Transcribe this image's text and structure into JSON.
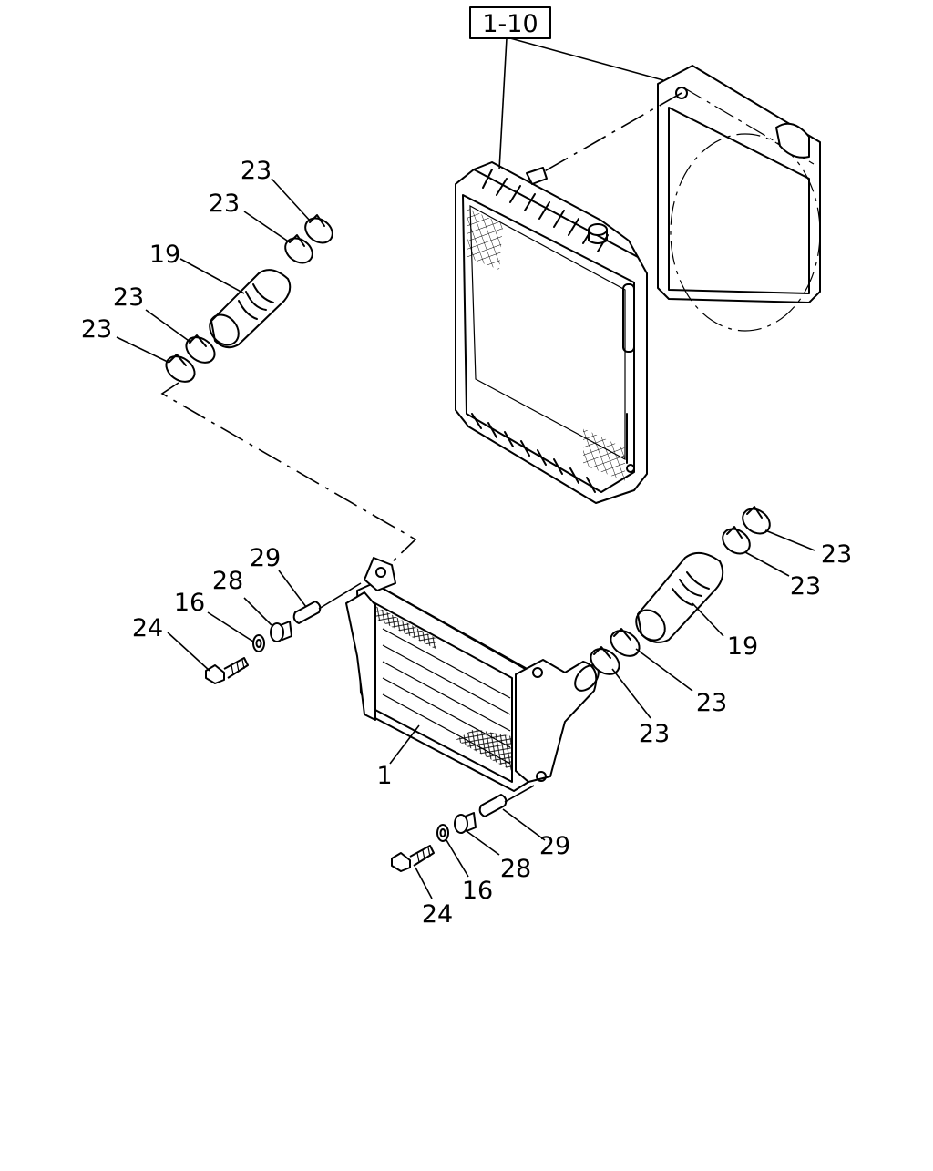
{
  "diagram": {
    "assembly_ref": "1-10",
    "callouts": {
      "c23_a": "23",
      "c23_b": "23",
      "c19_top": "19",
      "c23_c": "23",
      "c23_d": "23",
      "c23_e": "23",
      "c23_f": "23",
      "c19_right": "19",
      "c23_g": "23",
      "c23_h": "23",
      "c29_top": "29",
      "c28_top": "28",
      "c16_top": "16",
      "c24_top": "24",
      "c1": "1",
      "c29_bot": "29",
      "c28_bot": "28",
      "c16_bot": "16",
      "c24_bot": "24"
    }
  }
}
